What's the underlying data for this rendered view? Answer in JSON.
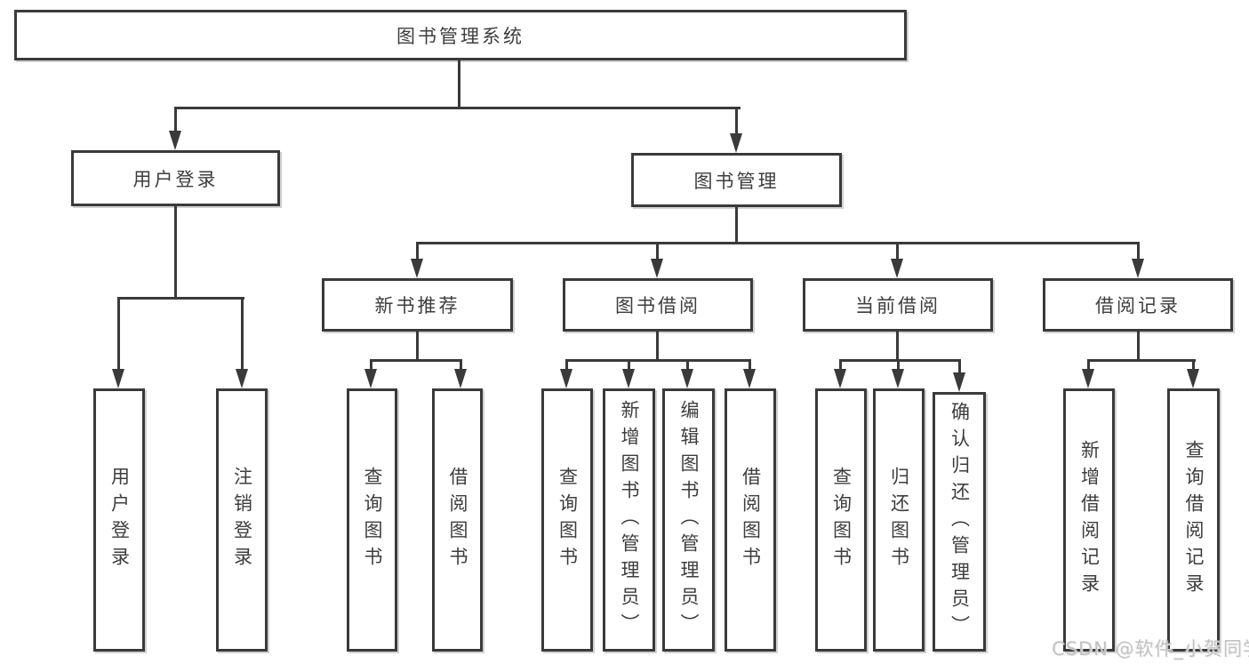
{
  "diagram_title": "图书管理系统",
  "tree": {
    "root": {
      "label": "图书管理系统"
    },
    "branches": [
      {
        "label": "用户登录",
        "children": [
          {
            "label": "用户登录"
          },
          {
            "label": "注销登录"
          }
        ]
      },
      {
        "label": "图书管理",
        "children": [
          {
            "label": "新书推荐",
            "children": [
              {
                "label": "查询图书"
              },
              {
                "label": "借阅图书"
              }
            ]
          },
          {
            "label": "图书借阅",
            "children": [
              {
                "label": "查询图书"
              },
              {
                "label": "新增图书（管理员）"
              },
              {
                "label": "编辑图书（管理员）"
              },
              {
                "label": "借阅图书"
              }
            ]
          },
          {
            "label": "当前借阅",
            "children": [
              {
                "label": "查询图书"
              },
              {
                "label": "归还图书"
              },
              {
                "label": "确认归还（管理员）"
              }
            ]
          },
          {
            "label": "借阅记录",
            "children": [
              {
                "label": "新增借阅记录"
              },
              {
                "label": "查询借阅记录"
              }
            ]
          }
        ]
      }
    ]
  },
  "colors": {
    "line": "#3a3a3a",
    "box_fill": "#ffffff",
    "text": "#3d3d3d",
    "watermark_text": "#c2c2c2"
  },
  "watermark": {
    "text": "CSDN @软件_小贺同学"
  }
}
